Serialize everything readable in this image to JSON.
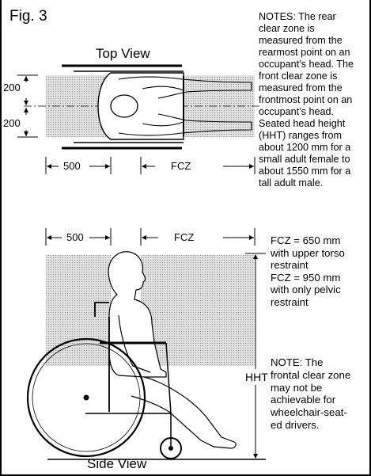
{
  "figure_label": "Fig. 3",
  "top_view": {
    "title": "Top View",
    "dim_upper": "200",
    "dim_lower": "200",
    "dim_rear": "500",
    "dim_front": "FCZ"
  },
  "top_notes": "NOTES: The rear\nclear zone is\nmeasured from the\nrearmost point on an\noccupant’s head. The\nfront clear zone is\nmeasured from the\nfrontmost point on an\noccupant’s head.\nSeated head height\n(HHT) ranges from\nabout 1200 mm for a\nsmall adult female to\nabout 1550 mm for a\ntall adult male.",
  "side_view": {
    "title": "Side View",
    "dim_rear": "500",
    "dim_front": "FCZ",
    "dim_height": "HHT"
  },
  "fcz_notes": "FCZ = 650 mm\nwith upper torso\nrestraint\nFCZ = 950 mm\nwith only pelvic\nrestraint",
  "frontal_note": "NOTE: The\nfrontal clear zone\nmay not be\nachievable for\nwheelchair-seat-\ned drivers.",
  "colors": {
    "clear_zone": "#d4d4d4",
    "line": "#000000"
  }
}
